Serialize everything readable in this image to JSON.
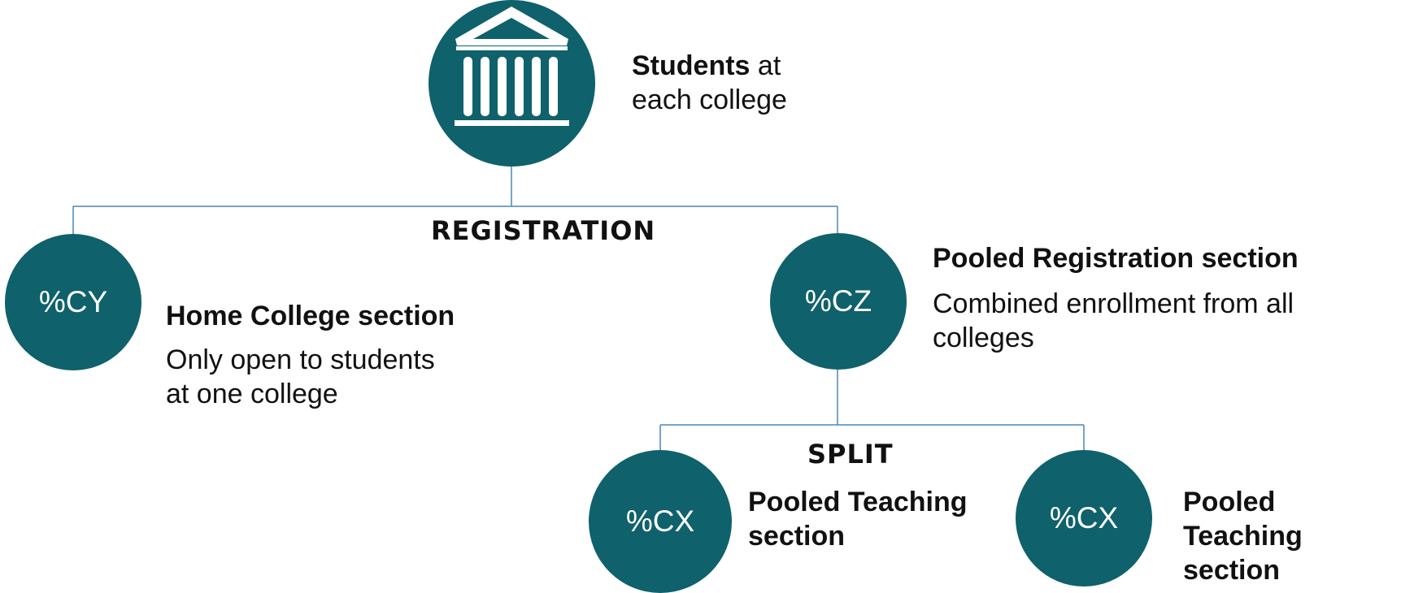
{
  "root": {
    "title": "Students",
    "suffix": "at",
    "line2": "each college"
  },
  "branches": {
    "registration": "REGISTRATION",
    "split": "SPLIT"
  },
  "nodes": {
    "cy": {
      "code": "%CY",
      "title": "Home College section",
      "desc_line1": "Only open to students",
      "desc_line2": "at one college"
    },
    "cz": {
      "code": "%CZ",
      "title": "Pooled Registration section",
      "desc_line1": "Combined enrollment from all",
      "desc_line2": "colleges"
    },
    "cx_left": {
      "code": "%CX",
      "title_line1": "Pooled Teaching",
      "title_line2": "section"
    },
    "cx_right": {
      "code": "%CX",
      "title_line1": "Pooled Teaching",
      "title_line2": "section"
    }
  },
  "colors": {
    "node": "#0f616b",
    "connector": "#4a86b8"
  },
  "icons": {
    "root": "institution-icon"
  }
}
